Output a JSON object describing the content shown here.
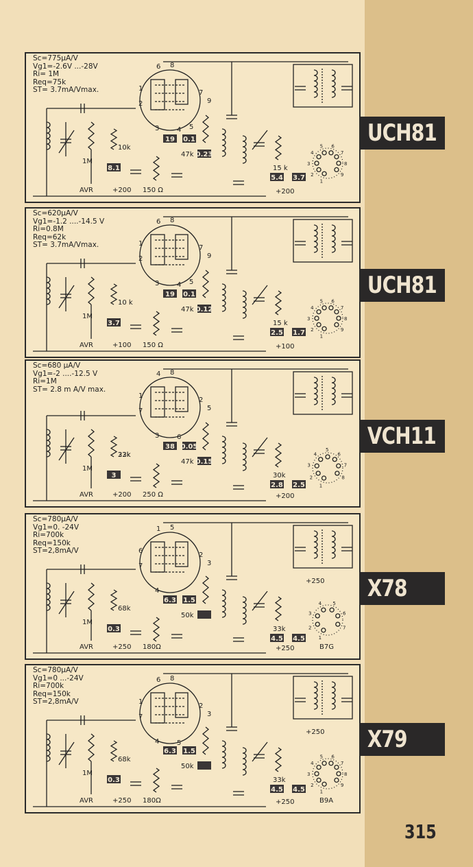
{
  "page_number": "315",
  "panels": [
    {
      "tube": "UCH81",
      "params": [
        "Sc=775µA/V",
        "Vg1=-2.6V ...-28V",
        "Ri= 1M",
        "Req=75k",
        "ST= 3.7mA/Vmax."
      ],
      "pins": [
        "6",
        "8",
        "1",
        "7",
        "2",
        "9",
        "3",
        "4",
        "5"
      ],
      "labels": {
        "r_grid": "1M",
        "r_osc": "10k",
        "r_kath": "150 Ω",
        "r_a": "47k",
        "r_load": "15 k",
        "avr": "AVR",
        "plus": "+200",
        "supply": "+200"
      },
      "boxes": [
        "8.1",
        "19",
        "0.1",
        "0.23",
        "5.4",
        "3.7"
      ],
      "socket_pins": [
        "1",
        "2",
        "3",
        "4",
        "5",
        "6",
        "7",
        "8",
        "9"
      ]
    },
    {
      "tube": "UCH81",
      "params": [
        "Sc=620µA/V",
        "Vg1=-1.2 ....-14.5 V",
        "Ri=0.8M",
        "Req=62k",
        "ST= 3.7mA/Vmax."
      ],
      "pins": [
        "6",
        "8",
        "1",
        "7",
        "2",
        "9",
        "3",
        "4",
        "5"
      ],
      "labels": {
        "r_grid": "1M",
        "r_osc": "10 k",
        "r_kath": "150 Ω",
        "r_a": "47k",
        "r_load": "15 k",
        "avr": "AVR",
        "plus": "+100",
        "supply": "+100"
      },
      "boxes": [
        "3.7",
        "19",
        "0.1",
        "0.12",
        "2.5",
        "1.7"
      ],
      "socket_pins": [
        "1",
        "2",
        "3",
        "4",
        "5",
        "6",
        "7",
        "8",
        "9"
      ]
    },
    {
      "tube": "VCH11",
      "params": [
        "Sc=680 µA/V",
        "Vg1=-2 ....-12.5 V",
        "Ri=1M",
        "ST= 2.8 m A/V max."
      ],
      "pins": [
        "4",
        "8",
        "1",
        "2",
        "7",
        "5",
        "3",
        "6"
      ],
      "labels": {
        "r_grid": "1M",
        "r_a1": "33k",
        "r_a2": "22k",
        "r_kath": "250 Ω",
        "r_a": "47k",
        "r_load": "30k",
        "avr": "AVR",
        "plus": "+200",
        "supply": "+200"
      },
      "boxes": [
        "3",
        "38",
        "0.05",
        "0.15",
        "2.8",
        "2.5"
      ],
      "socket_pins": [
        "1",
        "2",
        "3",
        "4",
        "5",
        "6",
        "7",
        "8"
      ]
    },
    {
      "tube": "X78",
      "params": [
        "Sc=780µA/V",
        "Vg1=0. -24V",
        "Ri=700k",
        "Req=150k",
        "ST=2,8mA/V"
      ],
      "pins": [
        "1",
        "5",
        "6",
        "2",
        "7",
        "3",
        "4"
      ],
      "labels": {
        "r_grid": "1M",
        "r_osc": "68k",
        "r_kath": "180Ω",
        "r_a": "50k",
        "r_load": "33k",
        "avr": "AVR",
        "plus": "+250",
        "supply": "+250",
        "supply_top": "+250"
      },
      "boxes": [
        "0.3",
        "6.3",
        "1.5",
        "",
        "4.5",
        "4.5"
      ],
      "socket_pins": [
        "1",
        "2",
        "3",
        "4",
        "5",
        "6",
        "7"
      ],
      "base": "B7G"
    },
    {
      "tube": "X79",
      "params": [
        "Sc=780µA/V",
        "Vg1=0 ...-24V",
        "Ri=700k",
        "Req=150k",
        "ST=2,8mA/V"
      ],
      "pins": [
        "6",
        "8",
        "1",
        "2",
        "7",
        "3",
        "4",
        "5"
      ],
      "labels": {
        "r_grid": "1M",
        "r_osc": "68k",
        "r_kath": "180Ω",
        "r_a": "50k",
        "r_load": "33k",
        "avr": "AVR",
        "plus": "+250",
        "supply": "+250",
        "supply_top": "+250"
      },
      "boxes": [
        "0.3",
        "6.3",
        "1.5",
        "",
        "4.5",
        "4.5"
      ],
      "socket_pins": [
        "1",
        "2",
        "3",
        "4",
        "5",
        "6",
        "7",
        "8",
        "9"
      ],
      "base": "B9A"
    }
  ],
  "colors": {
    "paper": "#f2dfb9",
    "tab_strip": "#dcbf8a",
    "ink": "#222222",
    "tag_bg": "#2a2828"
  }
}
